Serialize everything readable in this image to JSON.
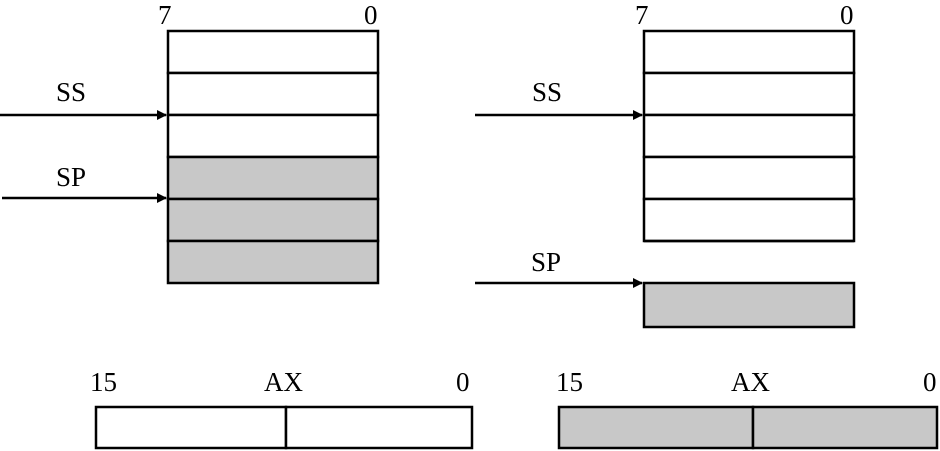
{
  "colors": {
    "filled": "#c8c8c8",
    "empty": "#ffffff",
    "stroke": "#000000"
  },
  "left_stack": {
    "bit_high": "7",
    "bit_low": "0",
    "ss_label": "SS",
    "sp_label": "SP",
    "cells": [
      "empty",
      "empty",
      "empty",
      "filled",
      "filled",
      "filled"
    ]
  },
  "right_stack": {
    "bit_high": "7",
    "bit_low": "0",
    "ss_label": "SS",
    "sp_label": "SP",
    "cells": [
      "empty",
      "empty",
      "empty",
      "empty",
      "empty",
      "filled"
    ]
  },
  "left_register": {
    "name": "AX",
    "bit_high": "15",
    "bit_low": "0",
    "state": "empty"
  },
  "right_register": {
    "name": "AX",
    "bit_high": "15",
    "bit_low": "0",
    "state": "filled"
  }
}
